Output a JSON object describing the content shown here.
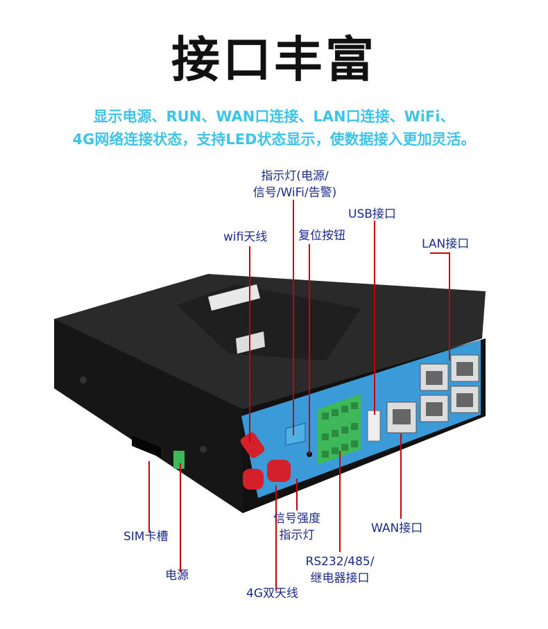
{
  "title": "接口丰富",
  "subtitle_line1": "显示电源、RUN、WAN口连接、LAN口连接、WiFi、",
  "subtitle_line2": "4G网络连接状态，支持LED状态显示，使数据接入更加灵活。",
  "labels": {
    "indicator_line1": "指示灯(电源/",
    "indicator_line2": "信号/WiFi/告警)",
    "usb": "USB接口",
    "wifi_antenna": "wifi天线",
    "reset": "复位按钮",
    "lan": "LAN接口",
    "sim": "SIM卡槽",
    "power": "电源",
    "signal_line1": "信号强度",
    "signal_line2": "指示灯",
    "wan": "WAN接口",
    "rs_line1": "RS232/485/",
    "rs_line2": "继电器接口",
    "antenna_4g": "4G双天线"
  },
  "colors": {
    "subtitle": "#3fc3e8",
    "label": "#1a2a8a",
    "leader_line": "#cc0000",
    "panel_blue": "#3a9bd8",
    "device_body": "#1c1c1c",
    "antenna": "#d4202a",
    "terminal": "#3fb85a"
  }
}
